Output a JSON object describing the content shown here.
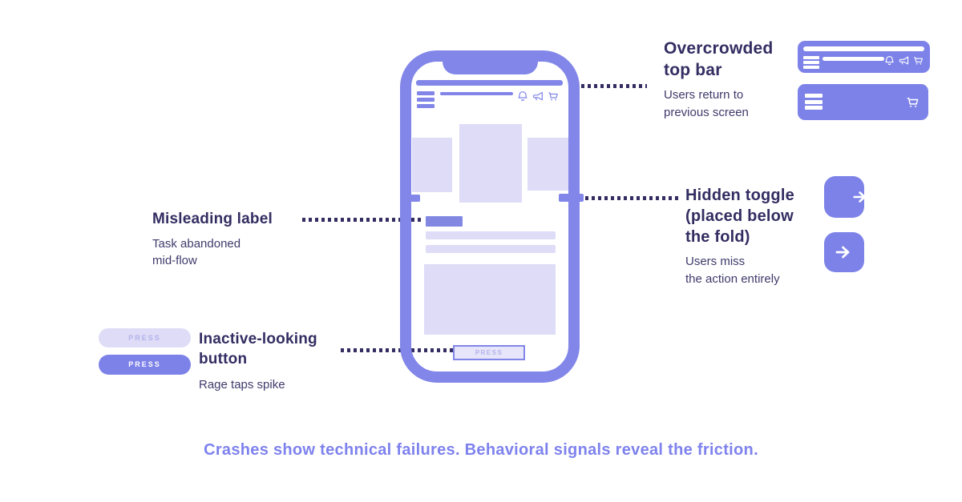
{
  "colors": {
    "accent": "#8186e8",
    "accent-strong": "#7d82e8",
    "chip": "#8287e2",
    "light": "#dedcf6",
    "light-fill": "#e6e5f9",
    "navy": "#332d62",
    "subtitle": "#3f3a6b",
    "caption": "#7e82ed",
    "muted-label": "#b4b2ec"
  },
  "phone": {
    "press_button_label": "PRESS"
  },
  "annotations": {
    "overcrowded": {
      "title_lines": [
        "Overcrowded",
        "top bar"
      ],
      "subtitle_lines": [
        "Users return to",
        "previous screen"
      ]
    },
    "hidden_toggle": {
      "title_lines": [
        "Hidden toggle",
        "(placed below",
        "the fold)"
      ],
      "subtitle_lines": [
        "Users miss",
        "the action entirely"
      ]
    },
    "misleading": {
      "title_lines": [
        "Misleading label"
      ],
      "subtitle_lines": [
        "Task abandoned",
        "mid-flow"
      ]
    },
    "inactive": {
      "title_lines": [
        "Inactive-looking",
        "button"
      ],
      "subtitle_lines": [
        "Rage taps spike"
      ]
    }
  },
  "pills": {
    "inactive_label": "PRESS",
    "active_label": "PRESS"
  },
  "icons": {
    "phone_top_bar": [
      "bell-icon",
      "megaphone-icon",
      "cart-icon"
    ],
    "example_card_1": [
      "hamburger-icon",
      "bell-icon",
      "megaphone-icon",
      "cart-icon"
    ],
    "example_card_2": [
      "hamburger-icon",
      "cart-icon"
    ],
    "toggles": "arrow-right-icon"
  },
  "caption": "Crashes show technical failures. Behavioral signals reveal the friction."
}
